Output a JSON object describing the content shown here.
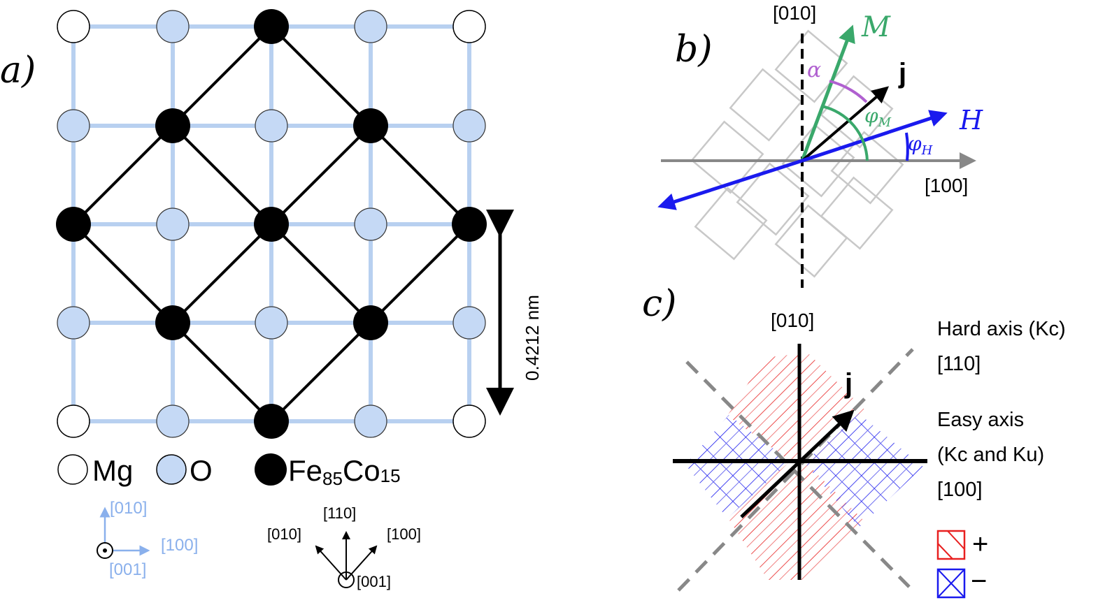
{
  "panel_a": {
    "label": "a)",
    "dimension": "0.4212 nm",
    "legend": {
      "mg": "Mg",
      "o": "O",
      "fe": "Fe",
      "fe_sub": "85",
      "co": "Co",
      "co_sub": "15"
    },
    "axes_cubic": {
      "y": "[010]",
      "x": "[100]",
      "z": "[001]"
    },
    "axes_rotated": {
      "up": "[110]",
      "left": "[010]",
      "right": "[100]",
      "z": "[001]"
    }
  },
  "panel_b": {
    "label": "b)",
    "y_axis": "[010]",
    "x_axis": "[100]",
    "M": "M",
    "j": "j",
    "H": "H",
    "alpha": "α",
    "phi_M": "φ",
    "phi_M_sub": "M",
    "phi_H": "φ",
    "phi_H_sub": "H"
  },
  "panel_c": {
    "label": "c)",
    "y_axis": "[010]",
    "j": "j",
    "hard_axis": "Hard axis (Kc)",
    "hard_dir": "[110]",
    "easy_axis": "Easy axis",
    "easy_axis_2": "(Kc and Ku)",
    "easy_dir": "[100]",
    "legend_plus": "+",
    "legend_minus": "−"
  },
  "colors": {
    "lattice": "#b8d0f0",
    "oxygen": "#c5d9f5",
    "green": "#3aa86b",
    "blue": "#1a1aee",
    "purple": "#b060d0",
    "red": "#e82020",
    "gray": "#888888"
  }
}
